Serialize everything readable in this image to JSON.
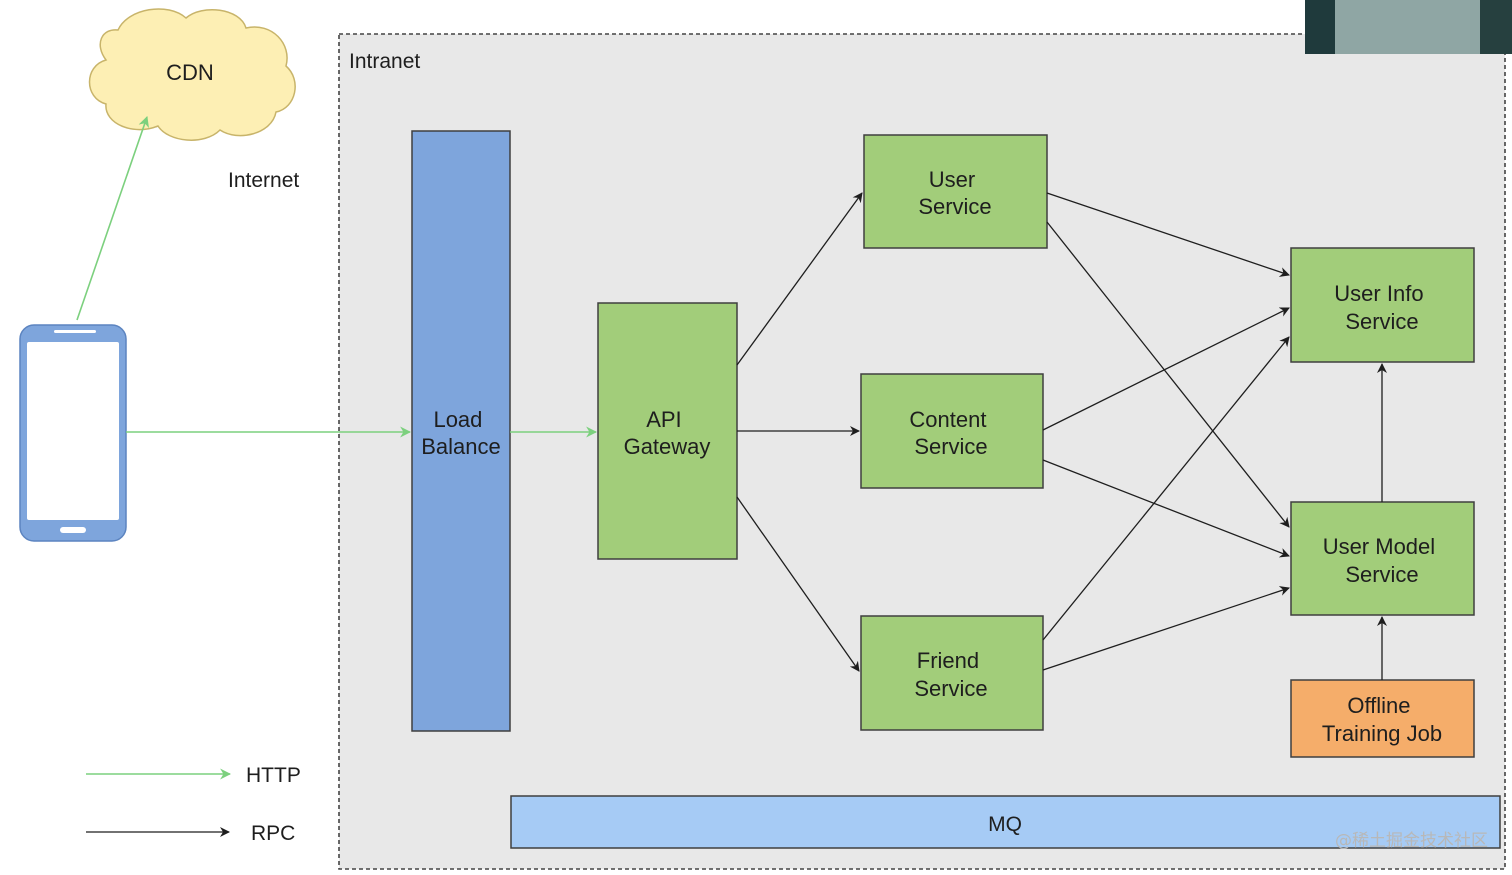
{
  "zones": {
    "intranet_label": "Intranet",
    "internet_label": "Internet"
  },
  "nodes": {
    "cdn": "CDN",
    "load_balance": [
      "Load",
      "Balance"
    ],
    "api_gateway": [
      "API",
      "Gateway"
    ],
    "user_service": [
      "User",
      "Service"
    ],
    "content_service": [
      "Content",
      "Service"
    ],
    "friend_service": [
      "Friend",
      "Service"
    ],
    "user_info_service": [
      "User Info",
      "Service"
    ],
    "user_model_service": [
      "User Model",
      "Service"
    ],
    "offline_training_job": [
      "Offline",
      "Training Job"
    ],
    "mq": "MQ"
  },
  "legend": {
    "http": "HTTP",
    "rpc": "RPC"
  },
  "watermark": "@稀土掘金技术社区",
  "colors": {
    "service_green": "#a2cd7a",
    "load_balance_blue": "#7ea5dc",
    "mq_blue": "#a6cbf5",
    "job_orange": "#f5ad6a",
    "cloud_yellow": "#fdefb4",
    "http_green": "#7cd07e",
    "rpc_black": "#1e1e1e",
    "intranet_bg": "#e8e8e8"
  }
}
